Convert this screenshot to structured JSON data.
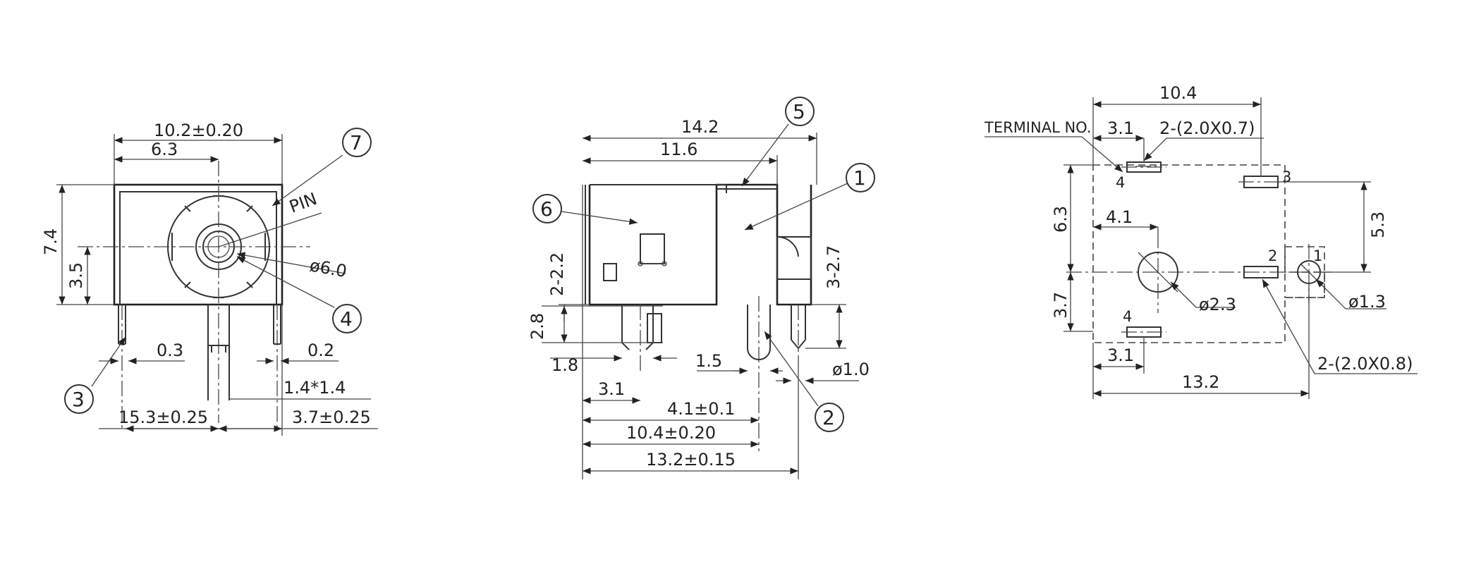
{
  "front_view": {
    "width_dim": "10.2±0.20",
    "offset_dim": "6.3",
    "height_dim": "7.4",
    "center_height_dim": "3.5",
    "pin_label": "PIN",
    "diameter_dim": "ø6.0",
    "gap_left_dim": "0.3",
    "gap_right_dim": "0.2",
    "pin_size_dim": "1.4*1.4",
    "bottom_left_dim": "15.3±0.25",
    "bottom_right_dim": "3.7±0.25",
    "callouts": [
      "7",
      "4",
      "3"
    ]
  },
  "side_view": {
    "overall_dim": "14.2",
    "body_dim": "11.6",
    "height_left_dim": "2-2.2",
    "height_right_dim": "3-2.7",
    "pin_height_dim": "2.8",
    "pin_offset_dim": "1.8",
    "pin_gap_dim": "1.5",
    "pin_dia_dim": "ø1.0",
    "pos1_dim": "3.1",
    "pos2_dim": "4.1±0.1",
    "pos3_dim": "10.4±0.20",
    "pos4_dim": "13.2±0.15",
    "callouts": [
      "5",
      "1",
      "6",
      "2"
    ]
  },
  "footprint_view": {
    "top_width_dim": "10.4",
    "terminal_label": "TERMINAL NO.",
    "left_offset_dim": "3.1",
    "pad_top_dim": "2-(2.0X0.7)",
    "height_upper_dim": "6.3",
    "inner_offset_dim": "4.1",
    "right_height_dim": "5.3",
    "lower_height_dim": "3.7",
    "hole_large_dim": "ø2.3",
    "hole_small_dim": "ø1.3",
    "bottom_offset_dim": "3.1",
    "bottom_width_dim": "13.2",
    "pad_bottom_dim": "2-(2.0X0.8)",
    "terminal_numbers": [
      "4",
      "3",
      "2",
      "1",
      "4"
    ]
  }
}
